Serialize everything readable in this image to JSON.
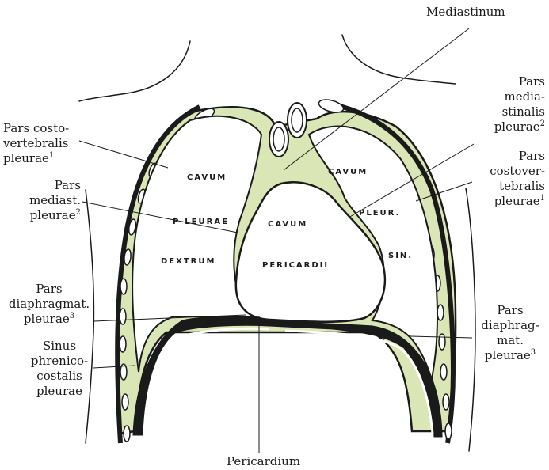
{
  "labels": {
    "mediastinum": "Mediastinum",
    "pars_mediastinalis_right": {
      "lines": [
        "Pars",
        "media-",
        "stinalis",
        "pleurae"
      ],
      "sup": "2"
    },
    "pars_costovertebralis_left": {
      "lines": [
        "Pars costo-",
        "vertebralis",
        "pleurae"
      ],
      "sup": "1"
    },
    "pars_costovertebralis_right": {
      "lines": [
        "Pars",
        "costover-",
        "tebralis",
        "pleurae"
      ],
      "sup": "1"
    },
    "pars_mediast_left": {
      "lines": [
        "Pars",
        "mediast.",
        "pleurae"
      ],
      "sup": "2"
    },
    "pars_diaphragmat_left": {
      "lines": [
        "Pars",
        "diaphragmat.",
        "pleurae"
      ],
      "sup": "3"
    },
    "pars_diaphragmat_right": {
      "lines": [
        "Pars",
        "diaphrag-",
        "mat.",
        "pleurae"
      ],
      "sup": "3"
    },
    "sinus_phrenicocostalis": {
      "lines": [
        "Sinus",
        "phrenico-",
        "costalis",
        "pleurae"
      ]
    },
    "pericardium": "Pericardium"
  },
  "cavity_text": {
    "cavum_left": "CAVUM",
    "cavum_right": "CAVUM",
    "cavum_center": "CAVUM",
    "pleurae_left": "P-LEURAE",
    "pleur_right": "PLEUR.",
    "dextrum": "DEXTRUM",
    "pericardii": "PERICARDII",
    "sin": "SIN."
  },
  "colors": {
    "pleura_fill": "#dbe6b6",
    "outline": "#1a1a1a",
    "background": "#ffffff"
  }
}
